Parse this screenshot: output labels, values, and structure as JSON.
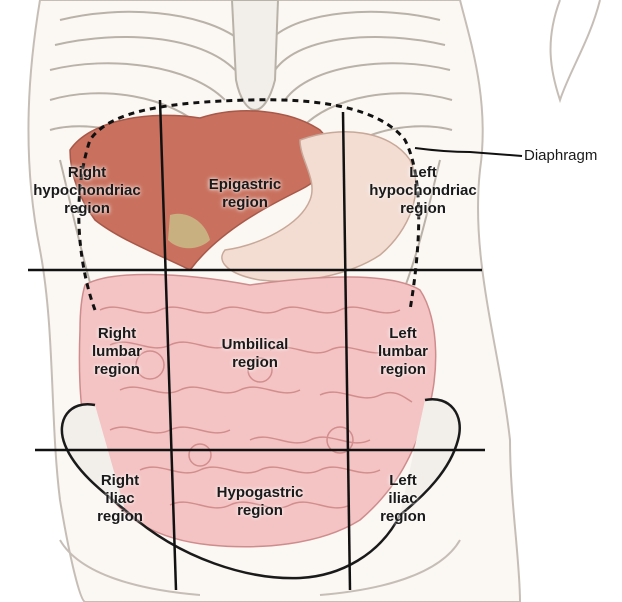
{
  "title": "",
  "regions": {
    "right_hypochondriac": [
      "Right",
      "hypochondriac",
      "region"
    ],
    "epigastric": [
      "Epigastric",
      "region"
    ],
    "left_hypochondriac": [
      "Left",
      "hypochondriac",
      "region"
    ],
    "right_lumbar": [
      "Right",
      "lumbar",
      "region"
    ],
    "umbilical": [
      "Umbilical",
      "region"
    ],
    "left_lumbar": [
      "Left",
      "lumbar",
      "region"
    ],
    "right_iliac": [
      "Right",
      "iliac",
      "region"
    ],
    "hypogastric": [
      "Hypogastric",
      "region"
    ],
    "left_iliac": [
      "Left",
      "iliac",
      "region"
    ]
  },
  "callouts": {
    "diaphragm": "Diaphragm"
  },
  "colors": {
    "skin_outline": "#b8b0a8",
    "liver": "#c9705e",
    "stomach": "#e7b8a8",
    "intestine": "#f2b6b6",
    "intestine_line": "#c87878",
    "bone": "#e9e6e0",
    "divider": "#111111"
  }
}
